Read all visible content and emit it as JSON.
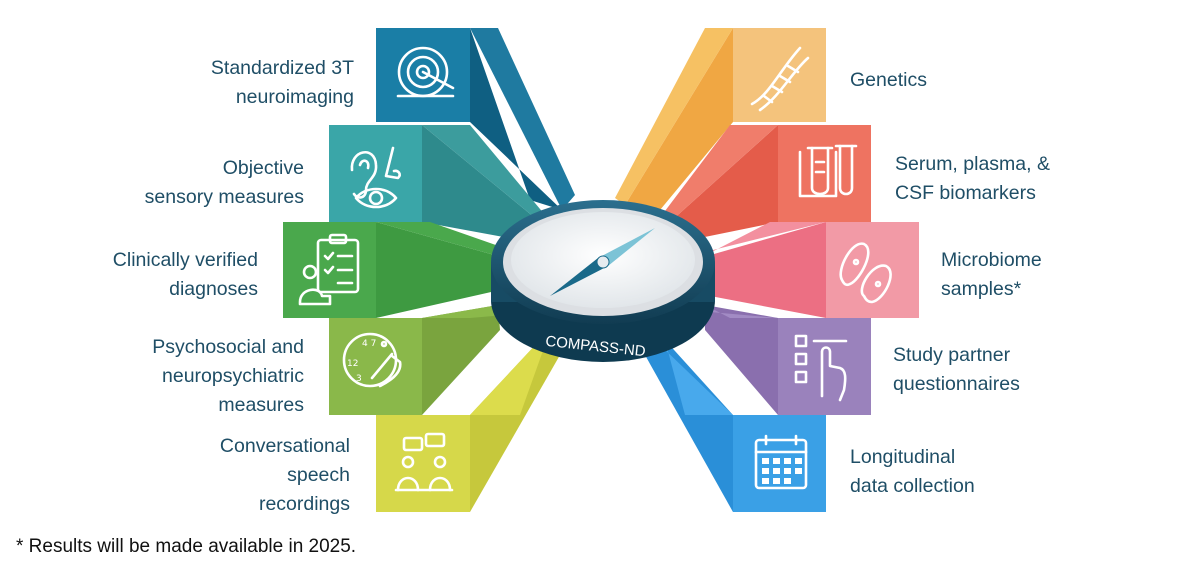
{
  "center": {
    "label": "COMPASS-ND"
  },
  "left_items": [
    {
      "id": "neuroimaging",
      "lines": [
        "Standardized 3T",
        "neuroimaging"
      ],
      "color": "#1a7ea6",
      "icon": "mri-scanner-icon"
    },
    {
      "id": "sensory",
      "lines": [
        "Objective",
        "sensory measures"
      ],
      "color": "#3aa6a8",
      "icon": "ear-nose-eye-icon"
    },
    {
      "id": "diagnoses",
      "lines": [
        "Clinically verified",
        "diagnoses"
      ],
      "color": "#4aa84c",
      "icon": "clipboard-checklist-icon"
    },
    {
      "id": "psychosocial",
      "lines": [
        "Psychosocial and",
        "neuropsychiatric",
        "measures"
      ],
      "color": "#8ab84a",
      "icon": "clock-drawing-test-icon"
    },
    {
      "id": "speech",
      "lines": [
        "Conversational",
        "speech",
        "recordings"
      ],
      "color": "#d6d84a",
      "icon": "conversation-people-icon"
    }
  ],
  "right_items": [
    {
      "id": "genetics",
      "lines": [
        "Genetics"
      ],
      "color": "#f4b552",
      "icon": "dna-helix-icon"
    },
    {
      "id": "biomarkers",
      "lines": [
        "Serum, plasma, &",
        "CSF biomarkers"
      ],
      "color": "#ee7361",
      "icon": "test-tubes-icon"
    },
    {
      "id": "microbiome",
      "lines": [
        "Microbiome",
        "samples*"
      ],
      "color": "#f0889a",
      "icon": "bacteria-icon"
    },
    {
      "id": "questionnaires",
      "lines": [
        "Study partner",
        "questionnaires"
      ],
      "color": "#9a82bc",
      "icon": "checklist-finger-icon"
    },
    {
      "id": "longitudinal",
      "lines": [
        "Longitudinal",
        "data collection"
      ],
      "color": "#3aa0e6",
      "icon": "calendar-icon"
    }
  ],
  "footnote": "* Results will be made available in 2025."
}
